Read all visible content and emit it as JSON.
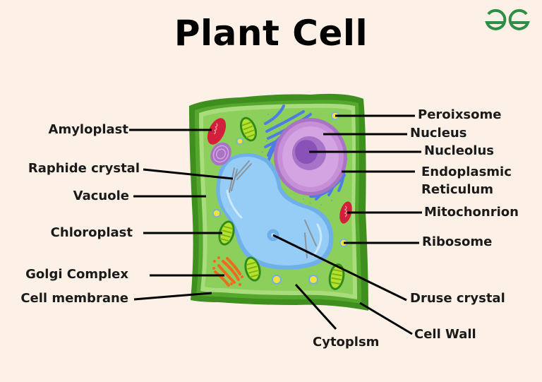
{
  "title": "Plant Cell",
  "logo": {
    "name": "geeksforgeeks-logo",
    "color": "#2f8d46"
  },
  "labels": {
    "amyloplast": "Amyloplast",
    "raphide_crystal": "Raphide crystal",
    "vacuole": "Vacuole",
    "chloroplast": "Chloroplast",
    "golgi_complex": "Golgi Complex",
    "cell_membrane": "Cell membrane",
    "peroxisome": "Peroixsome",
    "nucleus": "Nucleus",
    "nucleolus": "Nucleolus",
    "endoplasmic_reticulum_line1": "Endoplasmic",
    "endoplasmic_reticulum_line2": "Reticulum",
    "mitochondrion": "Mitochonrion",
    "ribosome": "Ribosome",
    "druse_crystal": "Druse crystal",
    "cell_wall": "Cell Wall",
    "cytoplasm": "Cytoplsm"
  },
  "colors": {
    "background": "#fdf0e6",
    "cell_wall": "#3f8f1f",
    "cytoplasm": "#8ccf5a",
    "vacuole": "#8fc8f5",
    "nucleus": "#c68fd8",
    "nucleolus": "#8a52b8",
    "er": "#4f7be8",
    "mitochondrion": "#d21f3c",
    "chloroplast": "#9ad11e",
    "golgi": "#f06a1c",
    "ribosome": "#f3e23a"
  }
}
